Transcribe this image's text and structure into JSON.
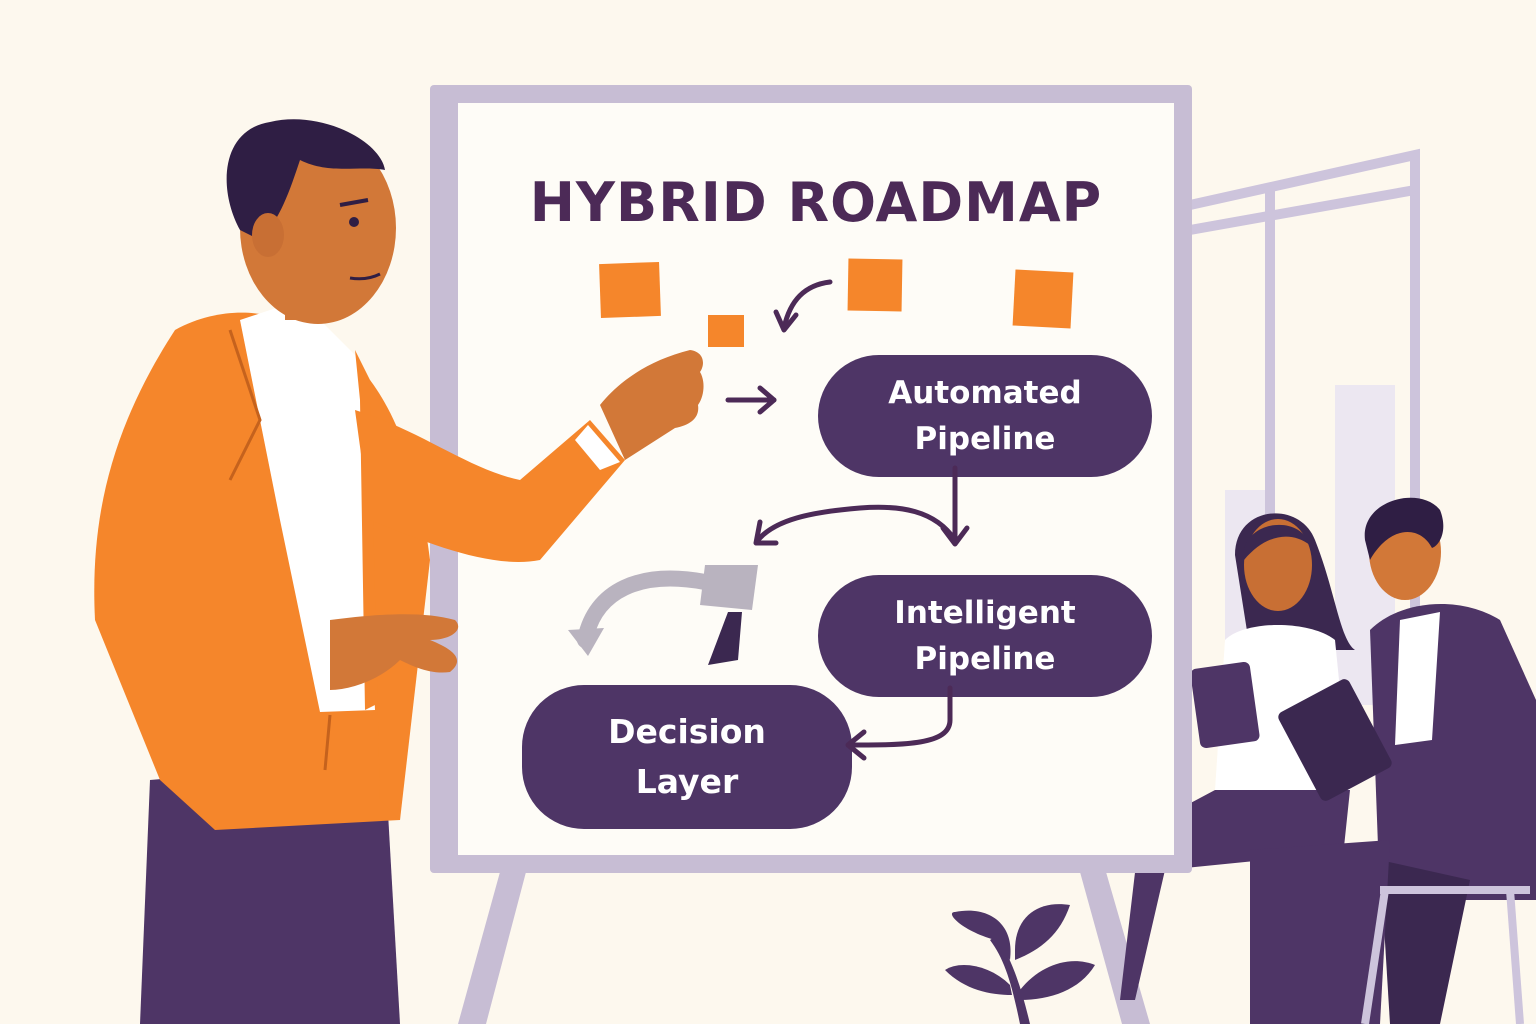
{
  "board": {
    "title": "HYBRID ROADMAP",
    "steps": [
      {
        "line1": "Automated",
        "line2": "Pipeline"
      },
      {
        "line1": "Intelligent",
        "line2": "Pipeline"
      },
      {
        "line1": "Decision",
        "line2": "Layer"
      }
    ]
  },
  "colors": {
    "background": "#fdf8ee",
    "accent_orange": "#f5862b",
    "purple": "#4e3566",
    "title_purple": "#4c2a57",
    "frame": "#c7bdd4"
  }
}
